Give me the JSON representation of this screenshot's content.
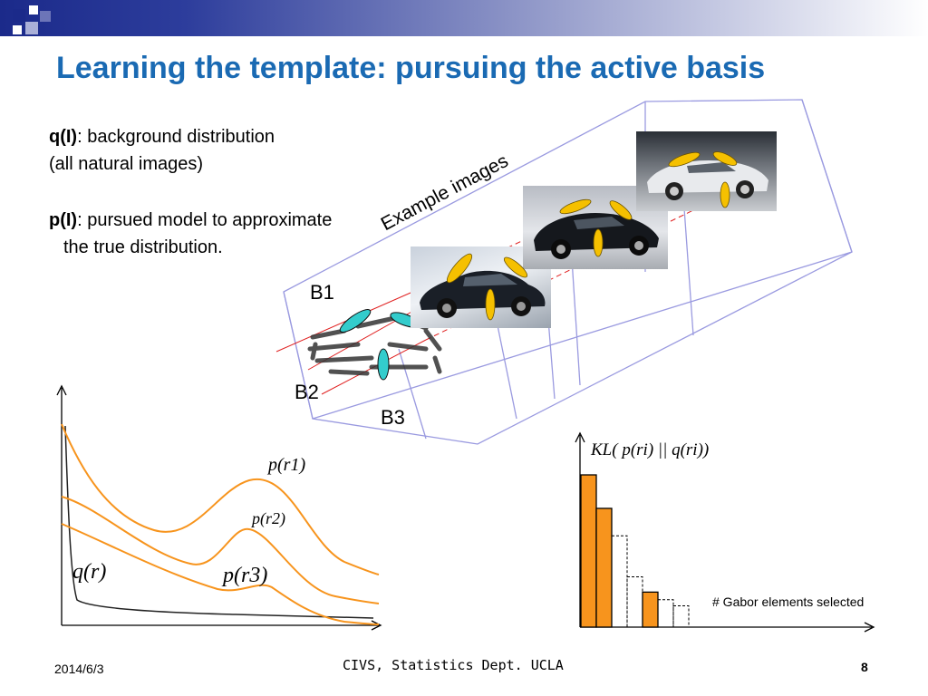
{
  "slide": {
    "title": "Learning the template: pursuing the active basis",
    "q_line1_bold": "q(I)",
    "q_line1_rest": ": background distribution",
    "q_line2": "(all natural images)",
    "p_line1_bold": "p(I)",
    "p_line1_rest": ": pursued model to approximate",
    "p_line2": "the true distribution.",
    "example_images": "Example images",
    "labels": {
      "b1": "B1",
      "b2": "B2",
      "b3": "B3"
    },
    "density_labels": {
      "q": "q(r)",
      "p1": "p(r1)",
      "p2": "p(r2)",
      "p3": "p(r3)"
    },
    "kl_label": "KL( p(ri) || q(ri))",
    "gabor_label": "# Gabor elements selected",
    "footer": {
      "date": "2014/6/3",
      "center": "CIVS, Statistics Dept. UCLA",
      "page": "8"
    }
  },
  "colors": {
    "title": "#1a6ab3",
    "orange": "#f7941d",
    "cyan": "#33cccc",
    "yellow": "#f5c000",
    "frame": "#9a9ae0"
  },
  "chart_data": {
    "type": "bar",
    "values": [
      1.0,
      0.78,
      0.6,
      0.33,
      0.23,
      0.18,
      0.14
    ],
    "selected": [
      true,
      true,
      false,
      false,
      true,
      false,
      false
    ],
    "ylabel": "KL( p(ri) || q(ri))",
    "xlabel": "# Gabor elements selected"
  }
}
